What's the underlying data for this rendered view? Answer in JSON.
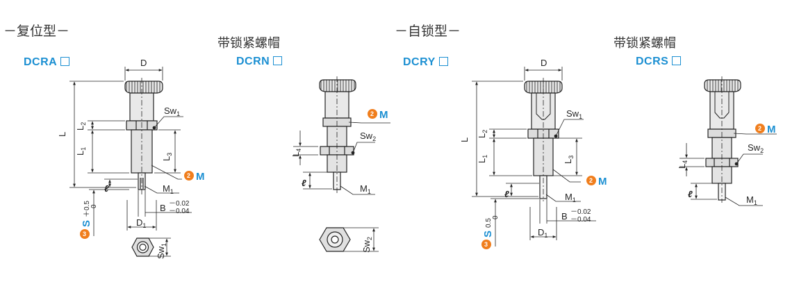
{
  "sections": {
    "reset": "－复位型－",
    "self_lock": "－自锁型－"
  },
  "lock_nut": "带锁紧螺帽",
  "codes": {
    "dcra": "DCRA",
    "dcrn": "DCRN",
    "dcry": "DCRY",
    "dcrs": "DCRS"
  },
  "dims": {
    "D": "D",
    "L": "L",
    "L1": "L",
    "L1_sub": "1",
    "L2": "L",
    "L2_sub": "2",
    "L3": "L",
    "L3_sub": "3",
    "L4": "L",
    "L4_sub": "4",
    "Sw1": "Sw",
    "Sw1_sub": "1",
    "Sw2": "Sw",
    "Sw2_sub": "2",
    "M1": "M",
    "M1_sub": "1",
    "D1": "D",
    "D1_sub": "1",
    "ell": "ℓ",
    "B": "B",
    "B_tol_upper": "－0.02",
    "B_tol_lower": "－0.04",
    "S_tol_upper": "＋0.5",
    "S_tol_lower": "0",
    "S_tol_upper_alt": "0.5"
  },
  "markers": {
    "m_num": "2",
    "m_label": "M",
    "s_num": "3",
    "s_label": "S"
  },
  "colors": {
    "accent_blue": "#1b8fd2",
    "accent_orange": "#f07e1d",
    "line": "#222222"
  }
}
